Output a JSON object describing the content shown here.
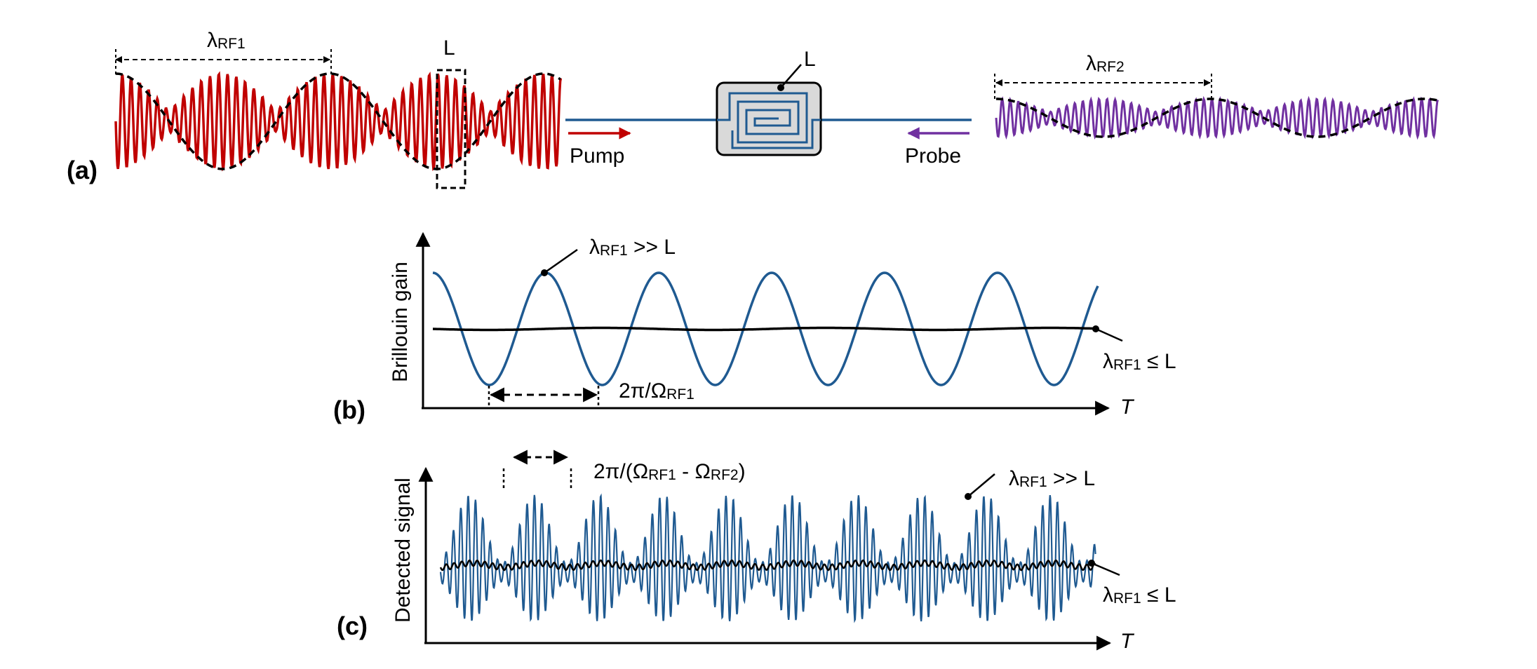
{
  "panels": {
    "a": {
      "label": "(a)",
      "lambda_rf1": "λ",
      "lambda_rf1_sub": "RF1",
      "window_label": "L",
      "device_label": "L",
      "pump_label": "Pump",
      "probe_label": "Probe",
      "lambda_rf2": "λ",
      "lambda_rf2_sub": "RF2"
    },
    "b": {
      "label": "(b)",
      "ylabel": "Brillouin gain",
      "xlabel": "T",
      "annot_high": "λ",
      "annot_high_sub": "RF1",
      "annot_high_tail": " >> L",
      "annot_low": "λ",
      "annot_low_sub": "RF1",
      "annot_low_tail": " ≤ L",
      "period": "2π/Ω",
      "period_sub": "RF1"
    },
    "c": {
      "label": "(c)",
      "ylabel": "Detected signal",
      "xlabel": "T",
      "period_pre": "2π/(Ω",
      "period_sub1": "RF1",
      "period_mid": " - Ω",
      "period_sub2": "RF2",
      "period_post": ")",
      "annot_high": "λ",
      "annot_high_sub": "RF1",
      "annot_high_tail": " >> L",
      "annot_low": "λ",
      "annot_low_sub": "RF1",
      "annot_low_tail": " ≤ L"
    }
  },
  "colors": {
    "pump": "#c00000",
    "probe": "#7030a0",
    "signal": "#1f5a91",
    "fiber": "#1f5a91",
    "device_fill": "#d9d9d9",
    "envelope": "#000000"
  }
}
